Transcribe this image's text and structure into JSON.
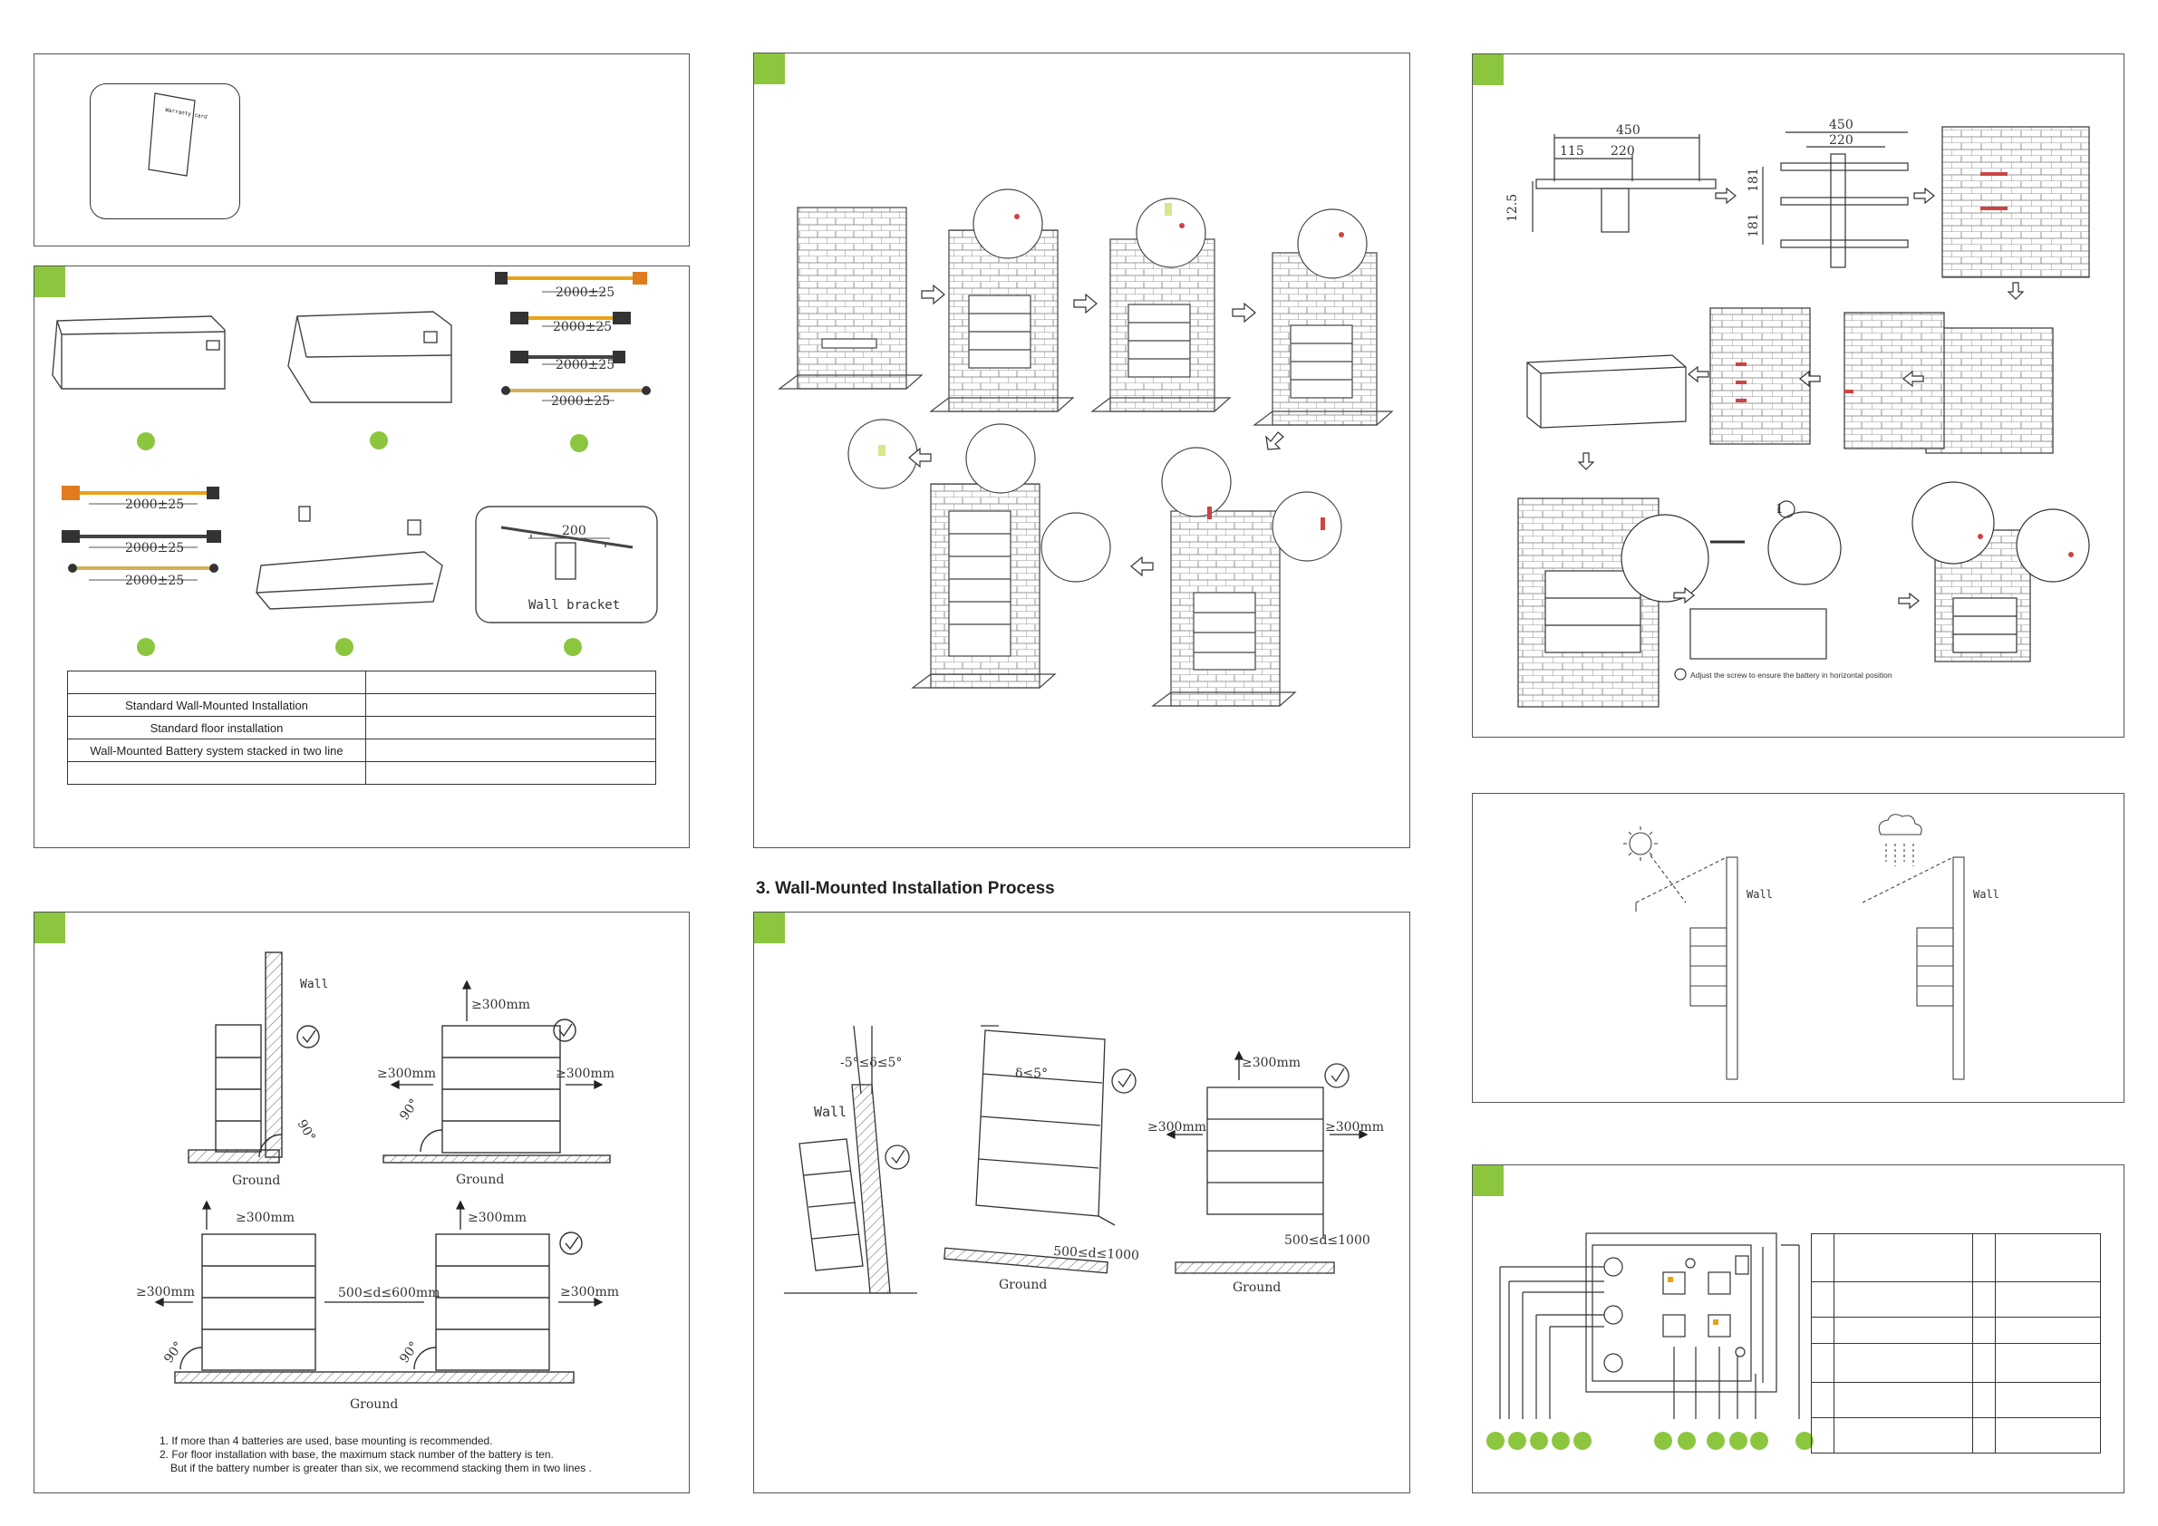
{
  "warranty_card": {
    "label": "Warranty card"
  },
  "accessories": {
    "cable_lengths": [
      "2000±25",
      "2000±25",
      "2000±25",
      "2000±25",
      "2000±25",
      "2000±25",
      "2000±25"
    ],
    "bracket_dim": "200",
    "bracket_label": "Wall bracket"
  },
  "config_table": {
    "rows": [
      "",
      "Standard Wall-Mounted Installation",
      "Standard floor installation",
      "Wall-Mounted Battery system stacked in two line",
      ""
    ]
  },
  "clearance": {
    "wall": "Wall",
    "ground": "Ground",
    "min_300": "≥300mm",
    "angle": "90°",
    "spacing": "500≤d≤600mm",
    "notes": [
      "1. If more than 4 batteries are used, base mounting is recommended.",
      "2. For floor installation with base, the maximum stack number of the battery is ten.",
      "But if the battery number is greater than six, we recommend stacking them in two lines ."
    ]
  },
  "process": {
    "heading": "3. Wall-Mounted Installation Process"
  },
  "tilt": {
    "wall": "Wall",
    "ground": "Ground",
    "range_a": "-5°≤δ≤5°",
    "range_b": "δ≤5°",
    "min_300": "≥300mm",
    "distance": "500≤d≤1000"
  },
  "bracket": {
    "dim_450": "450",
    "dim_115": "115",
    "dim_220": "220",
    "dim_12_5": "12.5",
    "dim_181": "181",
    "adjust_note_num": "1",
    "adjust_note": "Adjust the screw to ensure the battery in horizontal position"
  },
  "environment": {
    "wall": "Wall"
  }
}
